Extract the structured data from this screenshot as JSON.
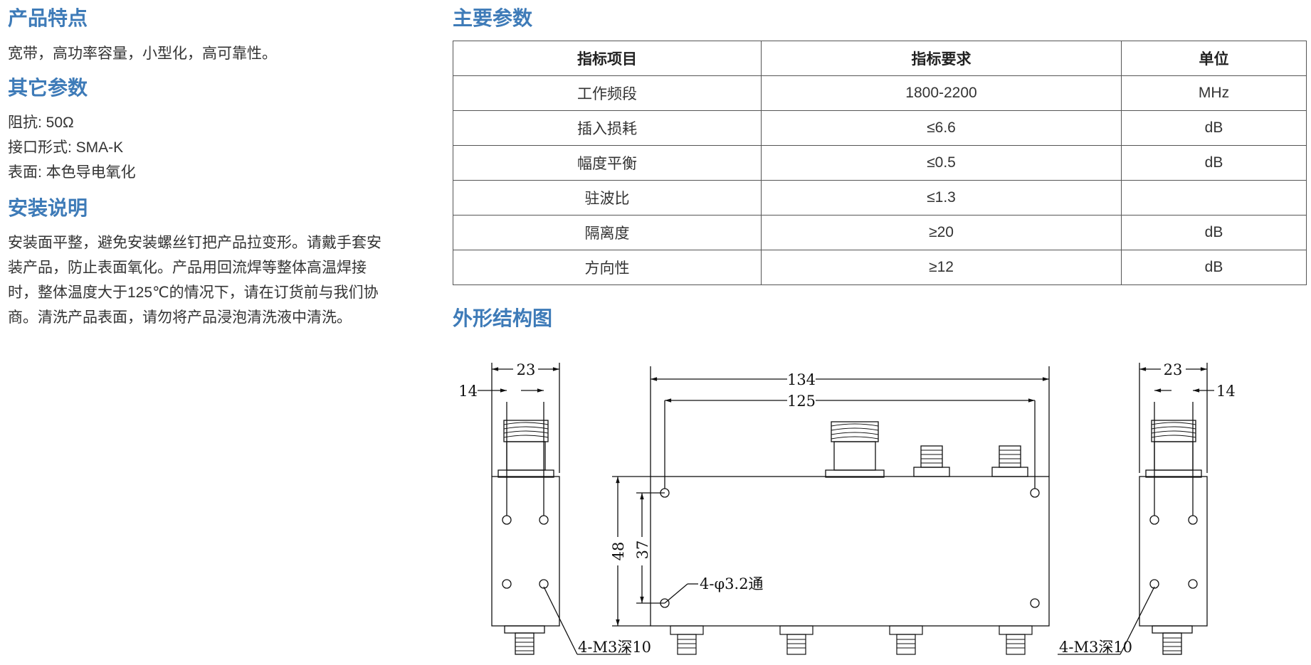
{
  "features": {
    "title": "产品特点",
    "text": "宽带，高功率容量，小型化，高可靠性。"
  },
  "other": {
    "title": "其它参数",
    "items": [
      "阻抗: 50Ω",
      "接口形式: SMA-K",
      "表面: 本色导电氧化"
    ]
  },
  "install": {
    "title": "安装说明",
    "lines": [
      "安装面平整，避免安装螺丝钉把产品拉变形。请戴手套安",
      "装产品，防止表面氧化。产品用回流焊等整体高温焊接",
      "时，整体温度大于125℃的情况下，请在订货前与我们协",
      "商。清洗产品表面，请勿将产品浸泡清洗液中清洗。"
    ]
  },
  "params": {
    "title": "主要参数",
    "headers": [
      "指标项目",
      "指标要求",
      "单位"
    ],
    "rows": [
      [
        "工作频段",
        "1800-2200",
        "MHz"
      ],
      [
        "插入损耗",
        "≤6.6",
        "dB"
      ],
      [
        "幅度平衡",
        "≤0.5",
        "dB"
      ],
      [
        "驻波比",
        "≤1.3",
        ""
      ],
      [
        "隔离度",
        "≥20",
        "dB"
      ],
      [
        "方向性",
        "≥12",
        "dB"
      ]
    ]
  },
  "outline": {
    "title": "外形结构图",
    "dims": {
      "left_width": "23",
      "left_pitch": "14",
      "total_length": "134",
      "hole_pitch": "125",
      "height": "48",
      "hole_vertical": "37",
      "through_holes": "4-φ3.2通",
      "thread_left": "4-M3深10",
      "right_width": "23",
      "right_pitch": "14",
      "thread_right": "4-M3深10"
    }
  }
}
